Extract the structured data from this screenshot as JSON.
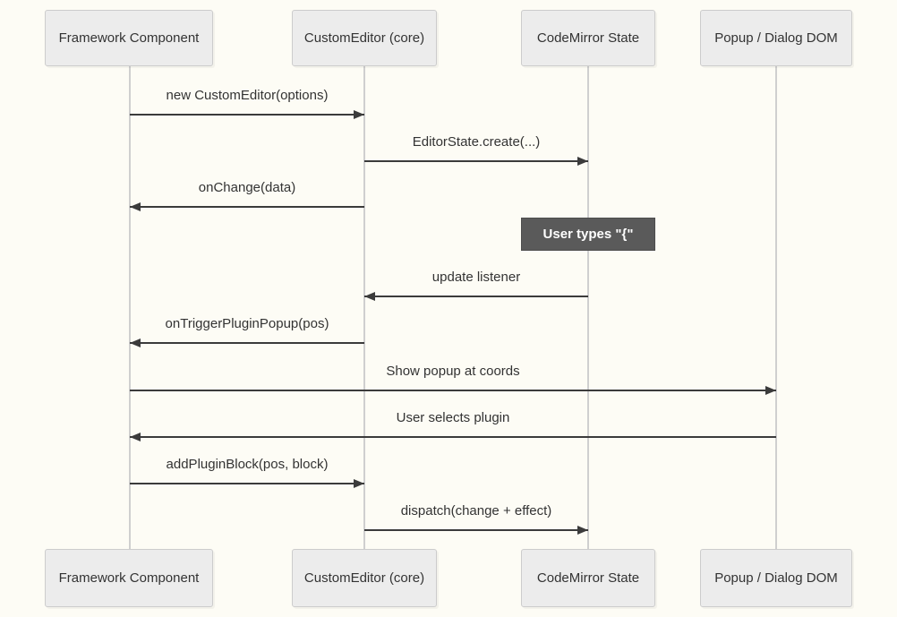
{
  "diagram": {
    "type": "sequence-diagram",
    "background_color": "#fdfcf5",
    "colors": {
      "actor_fill": "#ececec",
      "actor_border": "#cccccc",
      "text": "#333333",
      "lifeline": "#cfcfcf",
      "arrow": "#3b3b3b",
      "note_fill": "#5a5a5a",
      "note_text": "#ffffff"
    },
    "participants": [
      {
        "label": "Framework Component"
      },
      {
        "label": "CustomEditor (core)"
      },
      {
        "label": "CodeMirror State"
      },
      {
        "label": "Popup / Dialog DOM"
      }
    ],
    "messages": [
      {
        "label": "new CustomEditor(options)",
        "from": "Framework Component",
        "to": "CustomEditor (core)",
        "direction": "right",
        "style": "solid"
      },
      {
        "label": "EditorState.create(...)",
        "from": "CustomEditor (core)",
        "to": "CodeMirror State",
        "direction": "right",
        "style": "solid"
      },
      {
        "label": "onChange(data)",
        "from": "CustomEditor (core)",
        "to": "Framework Component",
        "direction": "left",
        "style": "solid"
      },
      {
        "label": "update listener",
        "from": "CodeMirror State",
        "to": "CustomEditor (core)",
        "direction": "left",
        "style": "solid"
      },
      {
        "label": "onTriggerPluginPopup(pos)",
        "from": "CustomEditor (core)",
        "to": "Framework Component",
        "direction": "left",
        "style": "solid"
      },
      {
        "label": "Show popup at coords",
        "from": "Framework Component",
        "to": "Popup / Dialog DOM",
        "direction": "right",
        "style": "solid"
      },
      {
        "label": "User selects plugin",
        "from": "Popup / Dialog DOM",
        "to": "Framework Component",
        "direction": "left",
        "style": "solid"
      },
      {
        "label": "addPluginBlock(pos, block)",
        "from": "Framework Component",
        "to": "CustomEditor (core)",
        "direction": "right",
        "style": "solid"
      },
      {
        "label": "dispatch(change + effect)",
        "from": "CustomEditor (core)",
        "to": "CodeMirror State",
        "direction": "right",
        "style": "solid"
      }
    ],
    "note": {
      "label": "User types \"{\"",
      "over": "CodeMirror State"
    }
  }
}
